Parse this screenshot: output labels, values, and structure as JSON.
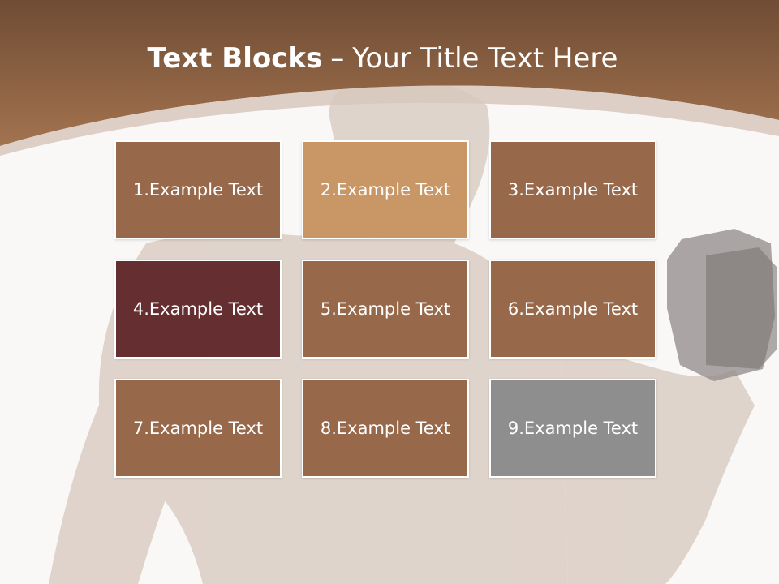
{
  "slide": {
    "title_bold": "Text Blocks",
    "title_separator": "–",
    "title_rest": "Your Title Text Here"
  },
  "blocks": [
    {
      "label": "1.Example Text",
      "color": "#97684a"
    },
    {
      "label": "2.Example Text",
      "color": "#c99666"
    },
    {
      "label": "3.Example Text",
      "color": "#97684a"
    },
    {
      "label": "4.Example Text",
      "color": "#652f31"
    },
    {
      "label": "5.Example Text",
      "color": "#97684a"
    },
    {
      "label": "6.Example Text",
      "color": "#97684a"
    },
    {
      "label": "7.Example Text",
      "color": "#97684a"
    },
    {
      "label": "8.Example Text",
      "color": "#97684a"
    },
    {
      "label": "9.Example Text",
      "color": "#8e8e8e"
    }
  ],
  "colors": {
    "header_dark": "#6f4c34",
    "header_light": "#a3734f",
    "accent_arc": "#d8c8bd",
    "title_text": "#ffffff"
  }
}
